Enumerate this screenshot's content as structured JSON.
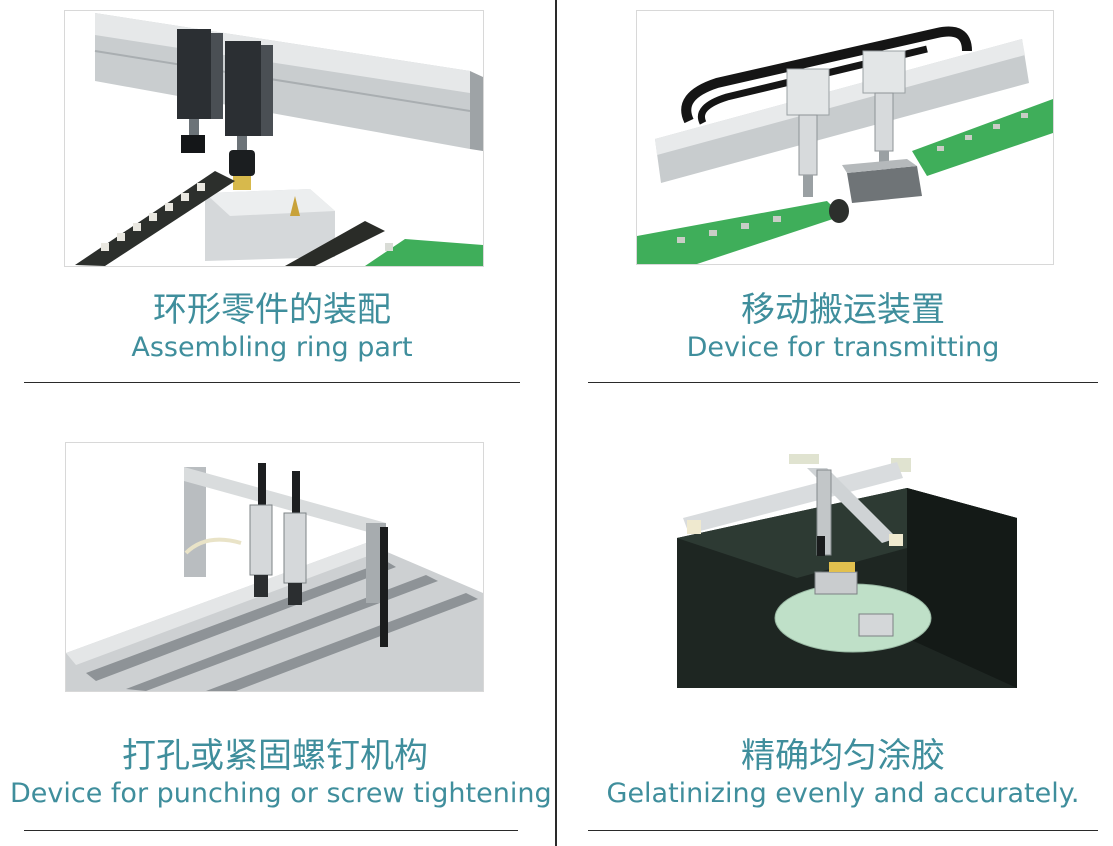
{
  "panels": [
    {
      "cn": "环形零件的装配",
      "en": "Assembling ring part",
      "icon": "ring-assembly-gantry-illustration"
    },
    {
      "cn": "移动搬运装置",
      "en": "Device  for transmitting",
      "icon": "transfer-gantry-conveyor-illustration"
    },
    {
      "cn": "打孔或紧固螺钉机构",
      "en": "Device for punching or screw tightening",
      "icon": "punching-screw-gantry-illustration"
    },
    {
      "cn": "精确均匀涂胶",
      "en": "Gelatinizing evenly and accurately.",
      "icon": "gluing-gantry-turntable-illustration"
    }
  ],
  "colors": {
    "caption": "#3f8e9c",
    "divider": "#2a2a2a",
    "conveyor_green": "#3fae5a",
    "machine_black": "#1e2622",
    "turntable_mint": "#bfe0c8"
  }
}
